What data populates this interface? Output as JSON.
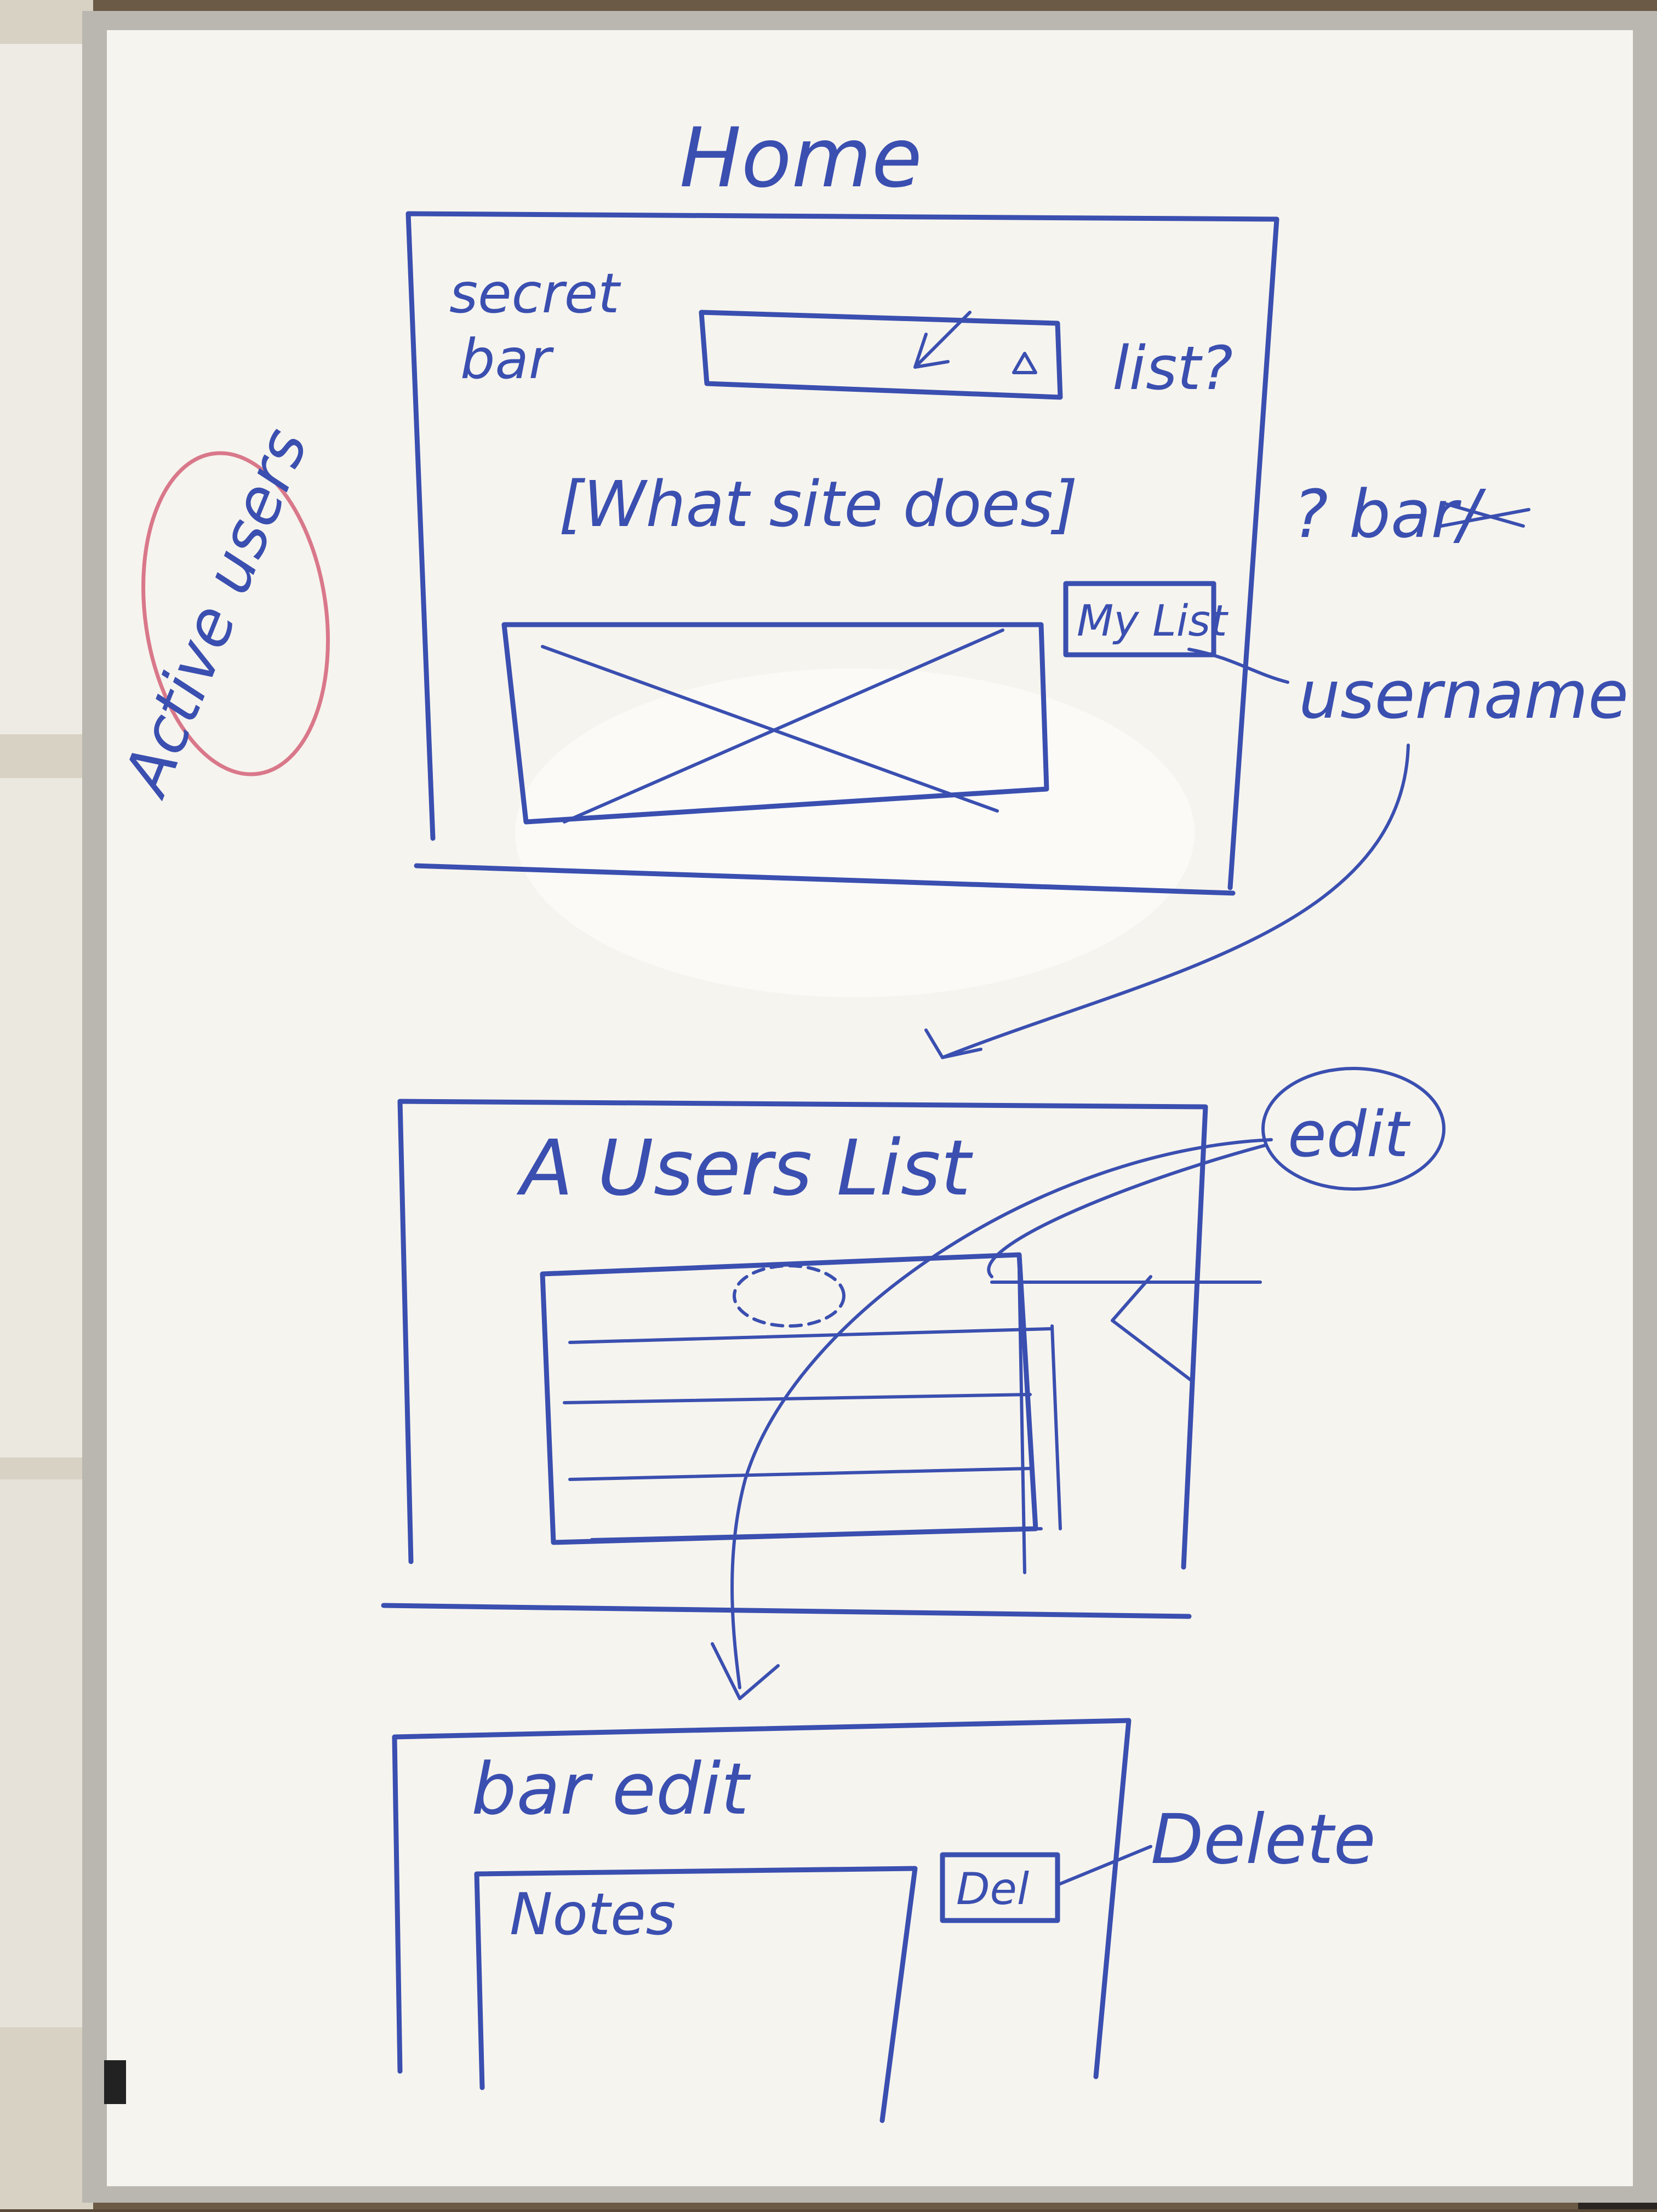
{
  "whiteboard": {
    "title": "Home",
    "side_note": "Active users",
    "home": {
      "search_label_line1": "secret",
      "search_label_line2": "bar",
      "search_icon": "arrow-cursor-icon",
      "dropdown_icon": "triangle-icon",
      "list_question": "list?",
      "description": "[What site does]",
      "image_placeholder": "image-placeholder-icon",
      "my_list_button": "My List"
    },
    "bar_note": "? bar/",
    "username_note": "username",
    "list_page": {
      "title": "A Users List",
      "edit_note": "edit"
    },
    "edit_page": {
      "title": "bar edit",
      "notes_label": "Notes",
      "del_button": "Del"
    },
    "delete_note": "Delete"
  }
}
